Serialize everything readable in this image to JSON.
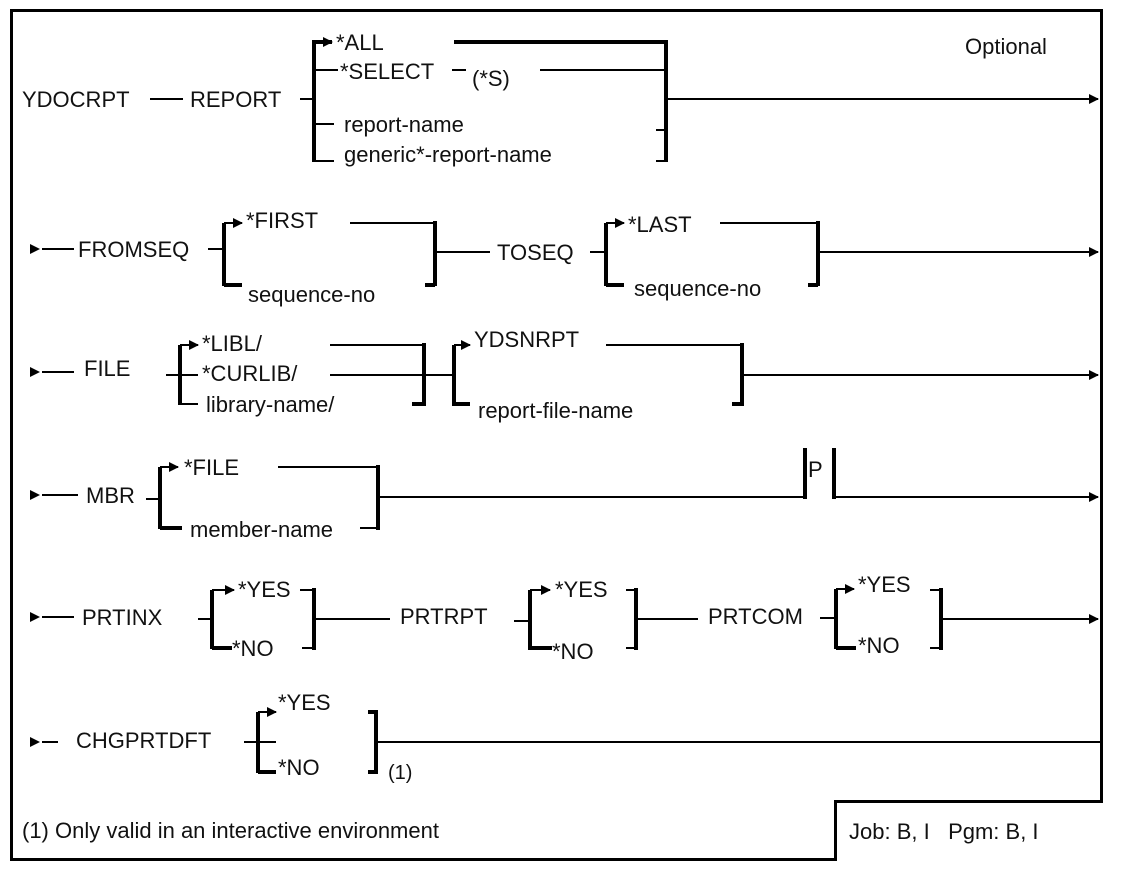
{
  "command": "YDOCRPT",
  "label_optional": "Optional",
  "parameters": {
    "report": {
      "keyword": "REPORT",
      "options": [
        {
          "value": "*ALL",
          "default": true
        },
        {
          "value": "*SELECT",
          "suffix": "(*S)"
        },
        {
          "value": "report-name"
        },
        {
          "value": "generic*-report-name"
        }
      ]
    },
    "fromseq": {
      "keyword": "FROMSEQ",
      "options": [
        {
          "value": "*FIRST",
          "default": true
        },
        {
          "value": "sequence-no"
        }
      ]
    },
    "toseq": {
      "keyword": "TOSEQ",
      "options": [
        {
          "value": "*LAST",
          "default": true
        },
        {
          "value": "sequence-no"
        }
      ]
    },
    "file": {
      "keyword": "FILE",
      "library_options": [
        {
          "value": "*LIBL/",
          "default": true
        },
        {
          "value": "*CURLIB/"
        },
        {
          "value": "library-name/"
        }
      ],
      "file_options": [
        {
          "value": "YDSNRPT",
          "default": true
        },
        {
          "value": "report-file-name"
        }
      ]
    },
    "mbr": {
      "keyword": "MBR",
      "options": [
        {
          "value": "*FILE",
          "default": true
        },
        {
          "value": "member-name"
        }
      ],
      "positional_marker": "P"
    },
    "prtinx": {
      "keyword": "PRTINX",
      "options": [
        {
          "value": "*YES",
          "default": true
        },
        {
          "value": "*NO"
        }
      ]
    },
    "prtrpt": {
      "keyword": "PRTRPT",
      "options": [
        {
          "value": "*YES",
          "default": true
        },
        {
          "value": "*NO"
        }
      ]
    },
    "prtcom": {
      "keyword": "PRTCOM",
      "options": [
        {
          "value": "*YES",
          "default": true
        },
        {
          "value": "*NO"
        }
      ]
    },
    "chgprtdft": {
      "keyword": "CHGPRTDFT",
      "options": [
        {
          "value": "*YES",
          "default": true
        },
        {
          "value": "*NO"
        }
      ],
      "note_ref": "(1)"
    }
  },
  "footnote": "(1) Only valid in an interactive environment",
  "environment": {
    "job": "Job: B, I",
    "pgm": "Pgm: B, I"
  }
}
